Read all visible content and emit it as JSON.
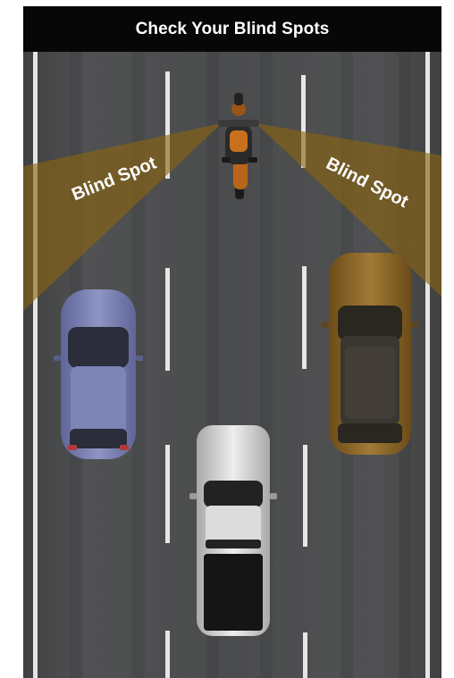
{
  "header": {
    "title": "Check Your Blind Spots"
  },
  "zones": {
    "left_label": "Blind Spot",
    "right_label": "Blind Spot"
  },
  "colors": {
    "title_bar": "#070707",
    "title_text": "#ffffff",
    "road": "#4a4b4c",
    "lane_marking": "#e4e4e4",
    "blind_spot_zone": "#8a6410",
    "motorcycle_body": "#b8651a",
    "blue_car": "#7c83b6",
    "white_truck": "#d8d8d8",
    "gold_suv": "#8a6428"
  },
  "icons": {
    "motorcycle": "motorcycle-icon",
    "blue_car": "blue-hatchback-icon",
    "white_truck": "white-pickup-icon",
    "gold_suv": "gold-suv-icon"
  }
}
